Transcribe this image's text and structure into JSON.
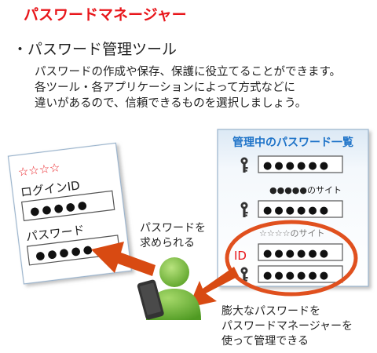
{
  "title": "パスワードマネージャー",
  "bullet": "・パスワード管理ツール",
  "description": [
    "パスワードの作成や保存、保護に役立てることができます。",
    "各ツール・各アプリケーションによって方式などに",
    "違いがあるので、信頼できるものを選択しましょう。"
  ],
  "login_card": {
    "stars": "☆☆☆☆",
    "id_label": "ログインID",
    "password_label": "パスワード",
    "masked": "●●●●●"
  },
  "manager_panel": {
    "heading": "管理中のパスワード一覧",
    "masked_entry": "●●●●●●",
    "site1": "●●●●●のサイト",
    "site2": "☆☆☆☆のサイト",
    "id_label": "ID"
  },
  "annotations": {
    "requested_line1": "パスワードを",
    "requested_line2": "求められる",
    "caption_line1": "膨大なパスワードを",
    "caption_line2": "パスワードマネージャーを",
    "caption_line3": "使って管理できる"
  },
  "colors": {
    "title_red": "#e8161b",
    "panel_heading_blue": "#1e73c8",
    "arrow_orange": "#d84a12",
    "circle_orange": "#e0501e",
    "person_green": "#7ac143",
    "star_red": "#e8161b"
  },
  "icons": [
    "key-icon",
    "person-icon",
    "smartphone-icon",
    "arrow-icon"
  ]
}
